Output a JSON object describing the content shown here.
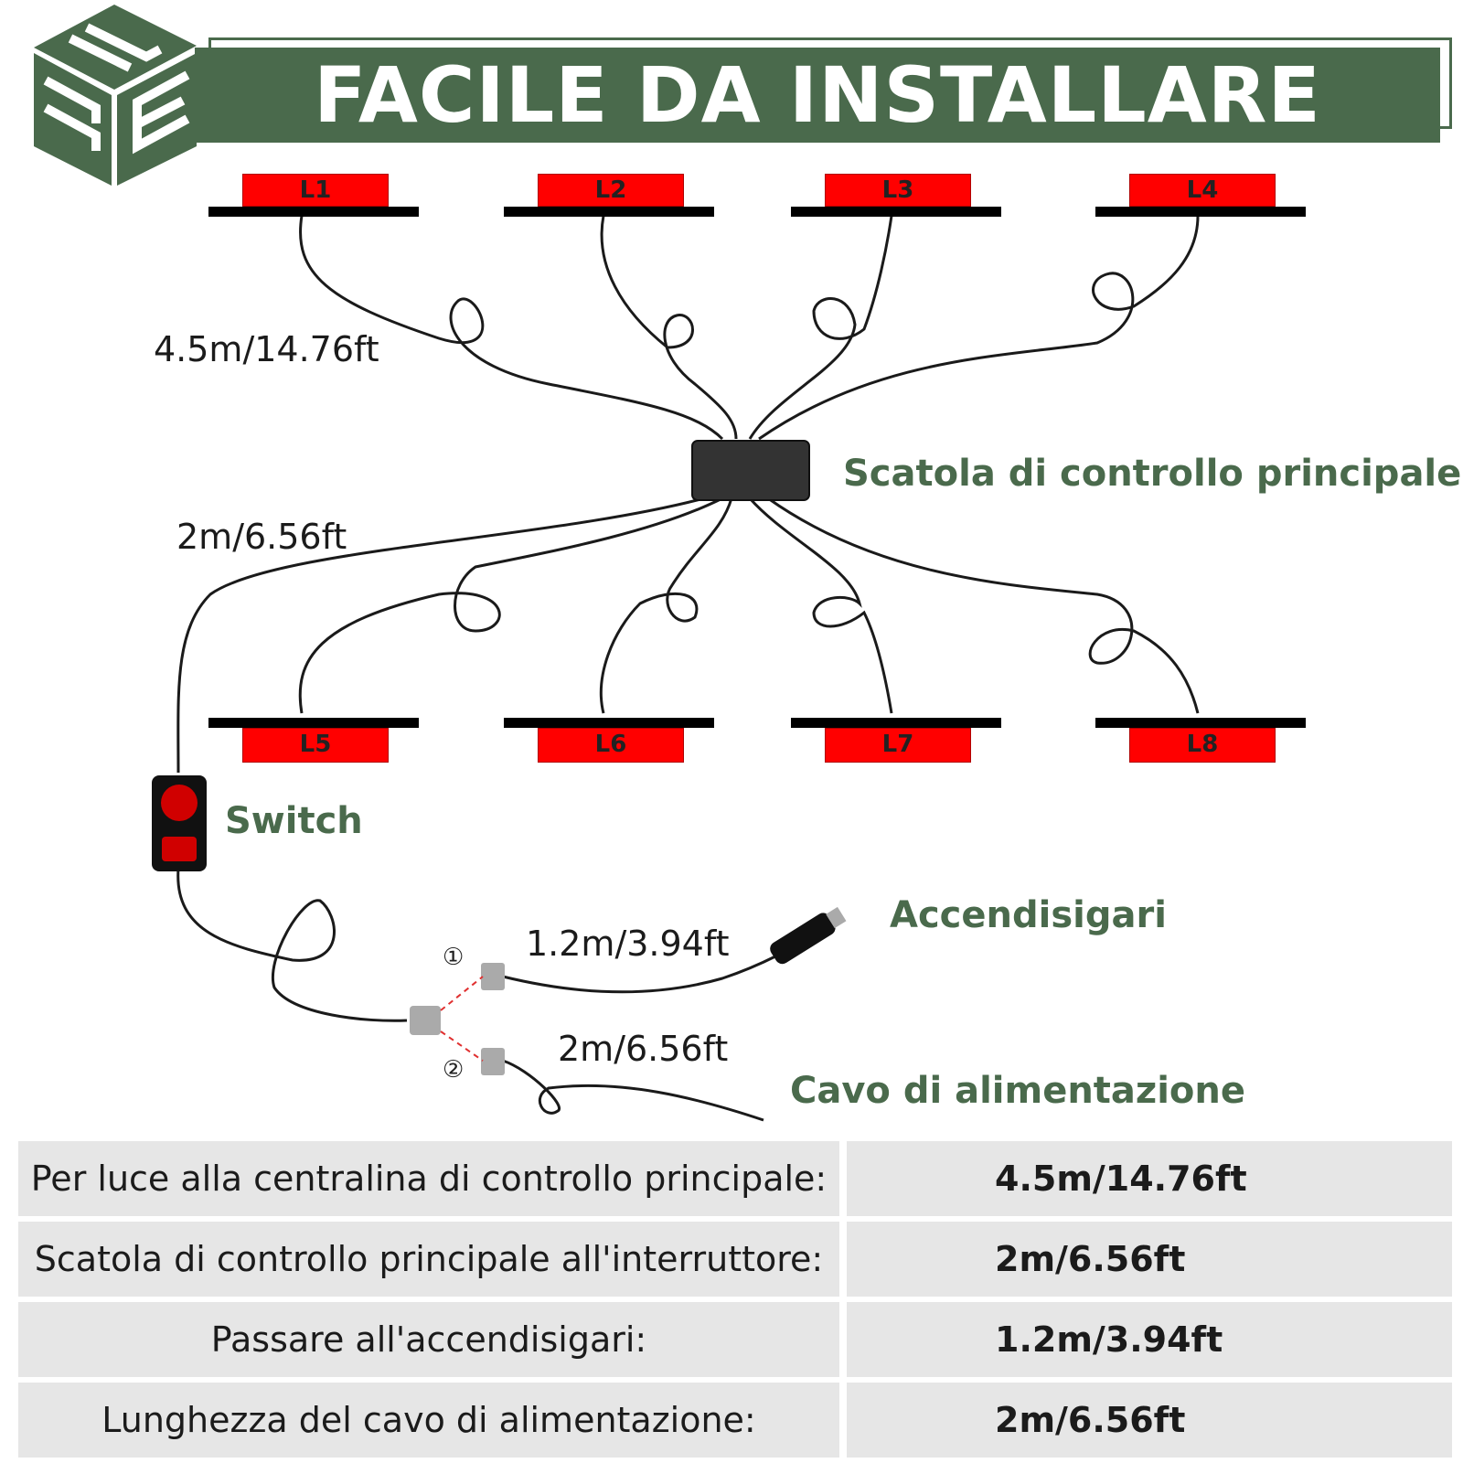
{
  "header": {
    "title": "FACILE DA INSTALLARE",
    "logo_icon": "cube-logo-icon",
    "accent_color": "#4a6a4c"
  },
  "lights": [
    {
      "label": "L1",
      "color": "#ff0000"
    },
    {
      "label": "L2",
      "color": "#ff0000"
    },
    {
      "label": "L3",
      "color": "#ff0000"
    },
    {
      "label": "L4",
      "color": "#ff0000"
    },
    {
      "label": "L5",
      "color": "#ff0000"
    },
    {
      "label": "L6",
      "color": "#ff0000"
    },
    {
      "label": "L7",
      "color": "#ff0000"
    },
    {
      "label": "L8",
      "color": "#ff0000"
    }
  ],
  "diagram": {
    "light_cable_length": "4.5m/14.76ft",
    "switch_cable_length": "2m/6.56ft",
    "control_box_label": "Scatola di controllo principale",
    "switch_label": "Switch",
    "cigarette_lighter_label": "Accendisigari",
    "cigarette_cable_length": "1.2m/3.94ft",
    "power_cable_length": "2m/6.56ft",
    "power_cable_label": "Cavo di alimentazione",
    "connector_1_mark": "①",
    "connector_2_mark": "②"
  },
  "spec_table": [
    {
      "label": "Per luce alla centralina di controllo principale:",
      "value": "4.5m/14.76ft"
    },
    {
      "label": "Scatola di controllo principale all'interruttore:",
      "value": "2m/6.56ft"
    },
    {
      "label": "Passare all'accendisigari:",
      "value": "1.2m/3.94ft"
    },
    {
      "label": "Lunghezza del cavo di alimentazione:",
      "value": "2m/6.56ft"
    }
  ]
}
